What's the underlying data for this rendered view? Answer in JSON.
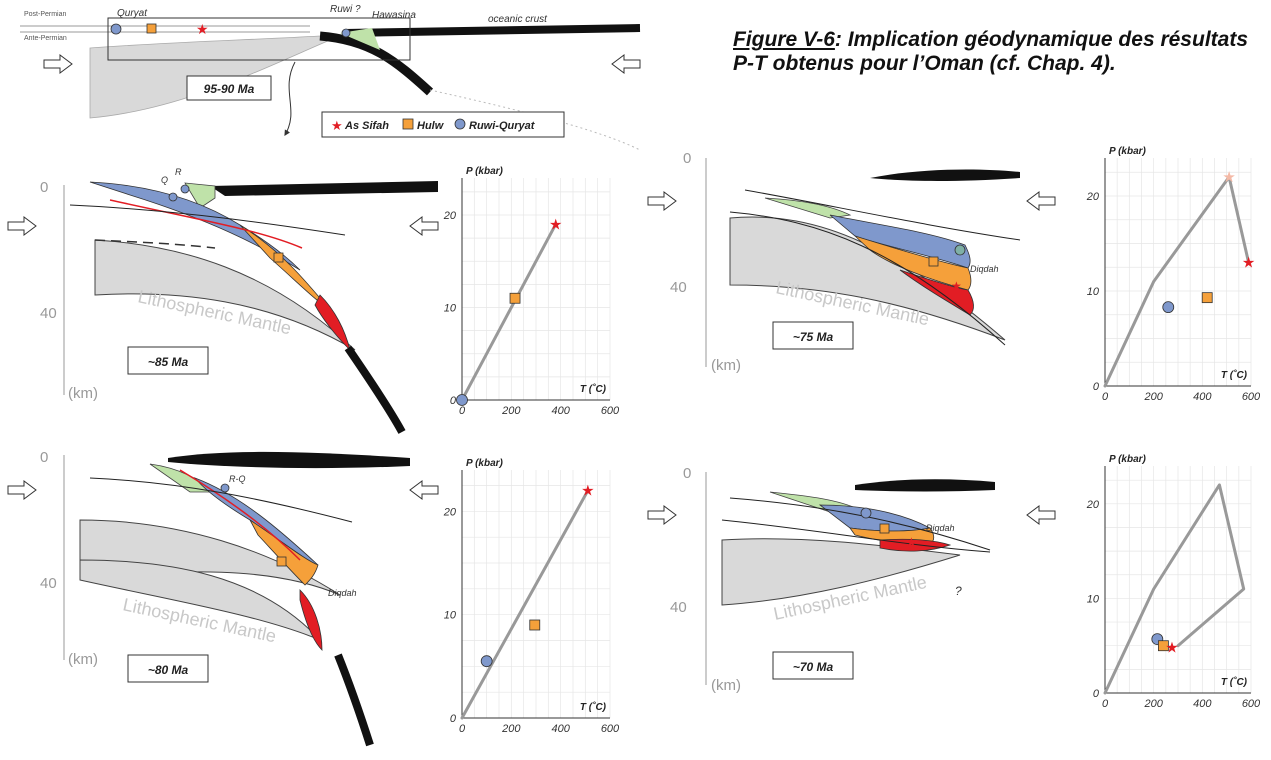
{
  "caption": {
    "figure_label": "Figure V-6",
    "text": ": Implication géodynamique des résultats P-T obtenus pour l’Oman (cf. Chap. 4)."
  },
  "overview": {
    "post_permian": "Post-Permian",
    "ante_permian": "Ante-Permian",
    "quryat": "Quryat",
    "ruwi": "Ruwi ?",
    "hawasina": "Hawasina",
    "oceanic_crust": "oceanic crust",
    "age": "95-90 Ma"
  },
  "legend": {
    "as_sifah": "As Sifah",
    "hulw": "Hulw",
    "ruwi_quryat": "Ruwi-Quryat"
  },
  "colors": {
    "as_sifah": "#e21d24",
    "hulw": "#f5a03a",
    "ruwi_quryat": "#7f98cc",
    "mantle": "#d9d9d9",
    "hawasina": "#bfe2a9",
    "crust": "#111111",
    "pt_path": "#999999"
  },
  "sections": [
    {
      "age": "~85 Ma",
      "depth_0": "0",
      "depth_40": "40",
      "unit": "(km)",
      "mantle": "Lithospheric Mantle",
      "label_q": "Q",
      "label_r": "R"
    },
    {
      "age": "~75 Ma",
      "depth_0": "0",
      "depth_40": "40",
      "unit": "(km)",
      "mantle": "Lithospheric Mantle",
      "label_diqdah": "Diqdah"
    },
    {
      "age": "~80 Ma",
      "depth_0": "0",
      "depth_40": "40",
      "unit": "(km)",
      "mantle": "Lithospheric Mantle",
      "label_rq": "R-Q",
      "label_diqdah": "Diqdah"
    },
    {
      "age": "~70 Ma",
      "depth_0": "0",
      "depth_40": "40",
      "unit": "(km)",
      "mantle": "Lithospheric Mantle",
      "label_diqdah": "Diqdah",
      "label_q": "?"
    }
  ],
  "chart_data": [
    {
      "type": "line",
      "xlabel": "T (˚C)",
      "ylabel": "P (kbar)",
      "xlim": [
        0,
        600
      ],
      "ylim": [
        0,
        24
      ],
      "xticks": [
        "0",
        "200",
        "400",
        "600"
      ],
      "yticks": [
        "0",
        "10",
        "20"
      ],
      "grid": true,
      "path": [
        [
          0,
          0
        ],
        [
          380,
          19
        ]
      ],
      "points": [
        {
          "unit": "Ruwi-Quryat",
          "T": 0,
          "P": 0
        },
        {
          "unit": "Hulw",
          "T": 215,
          "P": 11
        },
        {
          "unit": "As Sifah",
          "T": 380,
          "P": 19
        }
      ]
    },
    {
      "type": "line",
      "xlabel": "T (˚C)",
      "ylabel": "P (kbar)",
      "xlim": [
        0,
        600
      ],
      "ylim": [
        0,
        24
      ],
      "xticks": [
        "0",
        "200",
        "400",
        "600"
      ],
      "yticks": [
        "0",
        "10",
        "20"
      ],
      "grid": true,
      "path": [
        [
          0,
          0
        ],
        [
          200,
          11
        ],
        [
          510,
          22
        ],
        [
          590,
          13
        ]
      ],
      "points": [
        {
          "unit": "Ruwi-Quryat",
          "T": 260,
          "P": 8.3
        },
        {
          "unit": "Hulw",
          "T": 420,
          "P": 9.3
        },
        {
          "unit": "As Sifah",
          "T": 590,
          "P": 13
        },
        {
          "unit": "As Sifah (previous)",
          "T": 510,
          "P": 22
        }
      ]
    },
    {
      "type": "line",
      "xlabel": "T (˚C)",
      "ylabel": "P (kbar)",
      "xlim": [
        0,
        600
      ],
      "ylim": [
        0,
        24
      ],
      "xticks": [
        "0",
        "200",
        "400",
        "600"
      ],
      "yticks": [
        "0",
        "10",
        "20"
      ],
      "grid": true,
      "path": [
        [
          0,
          0
        ],
        [
          510,
          22
        ]
      ],
      "points": [
        {
          "unit": "Ruwi-Quryat",
          "T": 100,
          "P": 5.5
        },
        {
          "unit": "Hulw",
          "T": 295,
          "P": 9
        },
        {
          "unit": "As Sifah",
          "T": 510,
          "P": 22
        }
      ]
    },
    {
      "type": "line",
      "xlabel": "T (˚C)",
      "ylabel": "P (kbar)",
      "xlim": [
        0,
        600
      ],
      "ylim": [
        0,
        24
      ],
      "xticks": [
        "0",
        "200",
        "400",
        "600"
      ],
      "yticks": [
        "0",
        "10",
        "20"
      ],
      "grid": true,
      "path": [
        [
          0,
          0
        ],
        [
          200,
          11
        ],
        [
          470,
          22
        ],
        [
          570,
          11
        ],
        [
          300,
          5
        ]
      ],
      "points": [
        {
          "unit": "Ruwi-Quryat",
          "T": 215,
          "P": 5.7
        },
        {
          "unit": "Hulw",
          "T": 240,
          "P": 5
        },
        {
          "unit": "As Sifah",
          "T": 275,
          "P": 4.8
        }
      ]
    }
  ]
}
